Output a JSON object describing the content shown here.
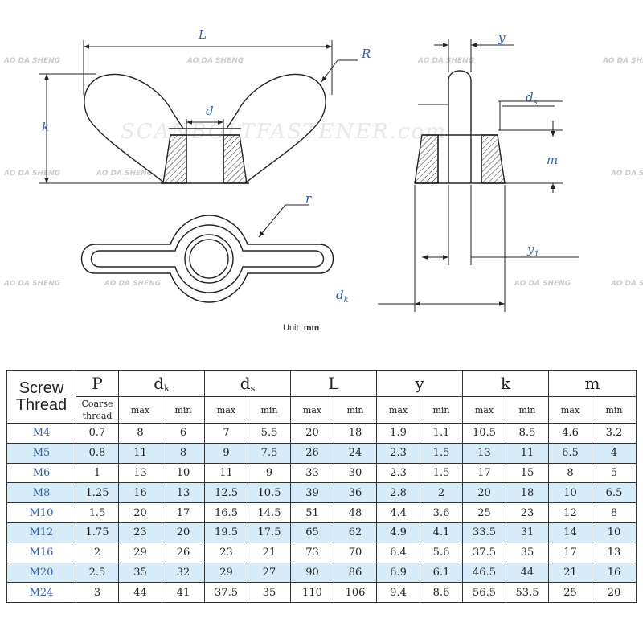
{
  "drawing": {
    "labels": {
      "L": "L",
      "R": "R",
      "d": "d",
      "k": "k",
      "y": "y",
      "ds_main": "d",
      "ds_sub": "s",
      "m": "m",
      "r": "r",
      "y1_main": "y",
      "y1_sub": "1",
      "dk_main": "d",
      "dk_sub": "k"
    },
    "watermark": "AO DA SHENG",
    "unit_label": "Unit:",
    "unit_value": "mm"
  },
  "table": {
    "screw_header": [
      "Screw",
      "Thread"
    ],
    "groups": [
      {
        "main": "P",
        "sub": ""
      },
      {
        "main": "d",
        "sub": "k"
      },
      {
        "main": "d",
        "sub": "s"
      },
      {
        "main": "L",
        "sub": ""
      },
      {
        "main": "y",
        "sub": ""
      },
      {
        "main": "k",
        "sub": ""
      },
      {
        "main": "m",
        "sub": ""
      }
    ],
    "coarse_label": [
      "Coarse",
      "thread"
    ],
    "max_label": "max",
    "min_label": "min",
    "rows": [
      [
        "M4",
        "0.7",
        "8",
        "6",
        "7",
        "5.5",
        "20",
        "18",
        "1.9",
        "1.1",
        "10.5",
        "8.5",
        "4.6",
        "3.2"
      ],
      [
        "M5",
        "0.8",
        "11",
        "8",
        "9",
        "7.5",
        "26",
        "24",
        "2.3",
        "1.5",
        "13",
        "11",
        "6.5",
        "4"
      ],
      [
        "M6",
        "1",
        "13",
        "10",
        "11",
        "9",
        "33",
        "30",
        "2.3",
        "1.5",
        "17",
        "15",
        "8",
        "5"
      ],
      [
        "M8",
        "1.25",
        "16",
        "13",
        "12.5",
        "10.5",
        "39",
        "36",
        "2.8",
        "2",
        "20",
        "18",
        "10",
        "6.5"
      ],
      [
        "M10",
        "1.5",
        "20",
        "17",
        "16.5",
        "14.5",
        "51",
        "48",
        "4.4",
        "3.6",
        "25",
        "23",
        "12",
        "8"
      ],
      [
        "M12",
        "1.75",
        "23",
        "20",
        "19.5",
        "17.5",
        "65",
        "62",
        "4.9",
        "4.1",
        "33.5",
        "31",
        "14",
        "10"
      ],
      [
        "M16",
        "2",
        "29",
        "26",
        "23",
        "21",
        "73",
        "70",
        "6.4",
        "5.6",
        "37.5",
        "35",
        "17",
        "13"
      ],
      [
        "M20",
        "2.5",
        "35",
        "32",
        "29",
        "27",
        "90",
        "86",
        "6.9",
        "6.1",
        "46.5",
        "44",
        "21",
        "16"
      ],
      [
        "M24",
        "3",
        "44",
        "41",
        "37.5",
        "35",
        "110",
        "106",
        "9.4",
        "8.6",
        "56.5",
        "53.5",
        "25",
        "20"
      ]
    ]
  }
}
